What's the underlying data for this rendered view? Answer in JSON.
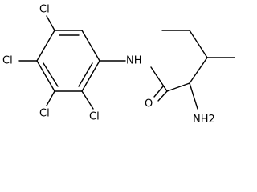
{
  "molecule": {
    "atoms": {
      "cl_top": "Cl",
      "cl_left": "Cl",
      "cl_bottom_left": "Cl",
      "cl_bottom_right": "Cl",
      "nh": "NH",
      "o": "O",
      "nh2": "NH2"
    }
  }
}
